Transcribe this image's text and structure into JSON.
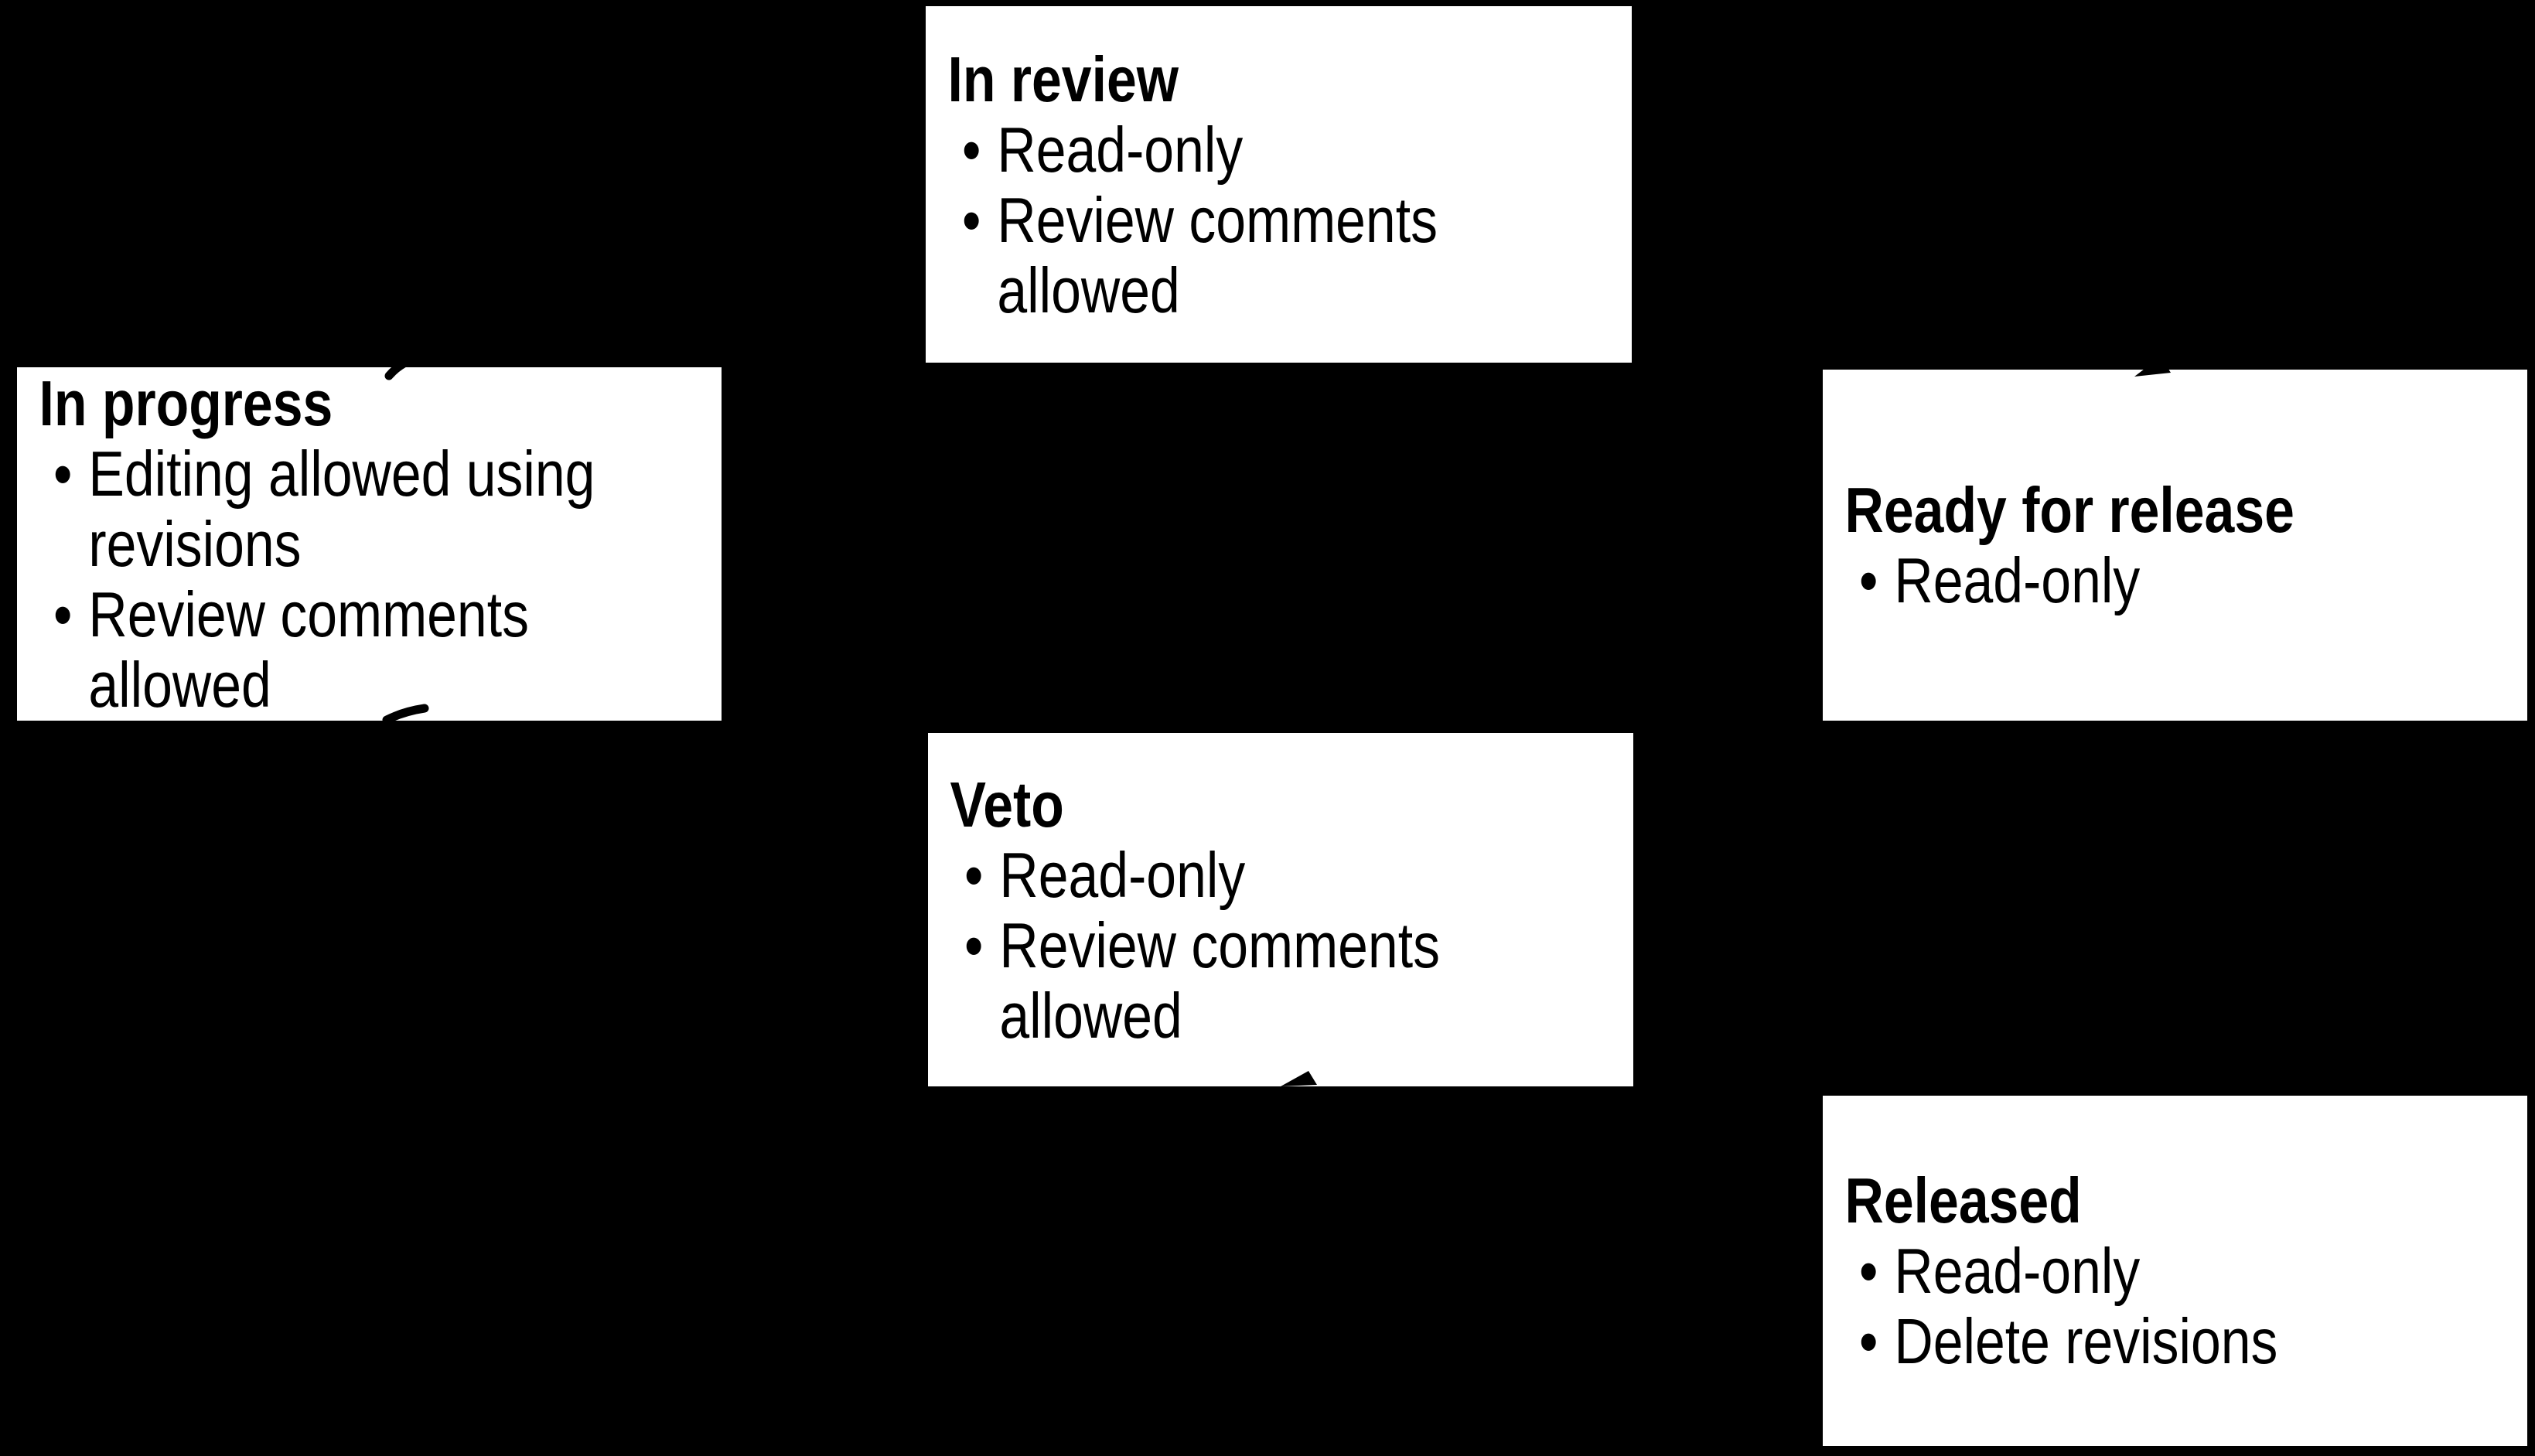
{
  "colors": {
    "background": "#000000",
    "box_fill": "#ffffff",
    "text": "#000000"
  },
  "bullet_char": "•",
  "boxes": [
    {
      "id": "in-review",
      "title": "In review",
      "bullets": [
        {
          "lines": [
            "Read-only"
          ]
        },
        {
          "lines": [
            "Review comments",
            "allowed"
          ]
        }
      ]
    },
    {
      "id": "in-progress",
      "title": "In progress",
      "bullets": [
        {
          "lines": [
            "Editing allowed using",
            "revisions"
          ]
        },
        {
          "lines": [
            "Review comments",
            "allowed"
          ]
        }
      ]
    },
    {
      "id": "ready-for-release",
      "title": "Ready for release",
      "bullets": [
        {
          "lines": [
            "Read-only"
          ]
        }
      ]
    },
    {
      "id": "veto",
      "title": "Veto",
      "bullets": [
        {
          "lines": [
            "Read-only"
          ]
        },
        {
          "lines": [
            "Review comments",
            "allowed"
          ]
        }
      ]
    },
    {
      "id": "released",
      "title": "Released",
      "bullets": [
        {
          "lines": [
            "Read-only"
          ]
        },
        {
          "lines": [
            "Delete revisions"
          ]
        }
      ]
    }
  ]
}
